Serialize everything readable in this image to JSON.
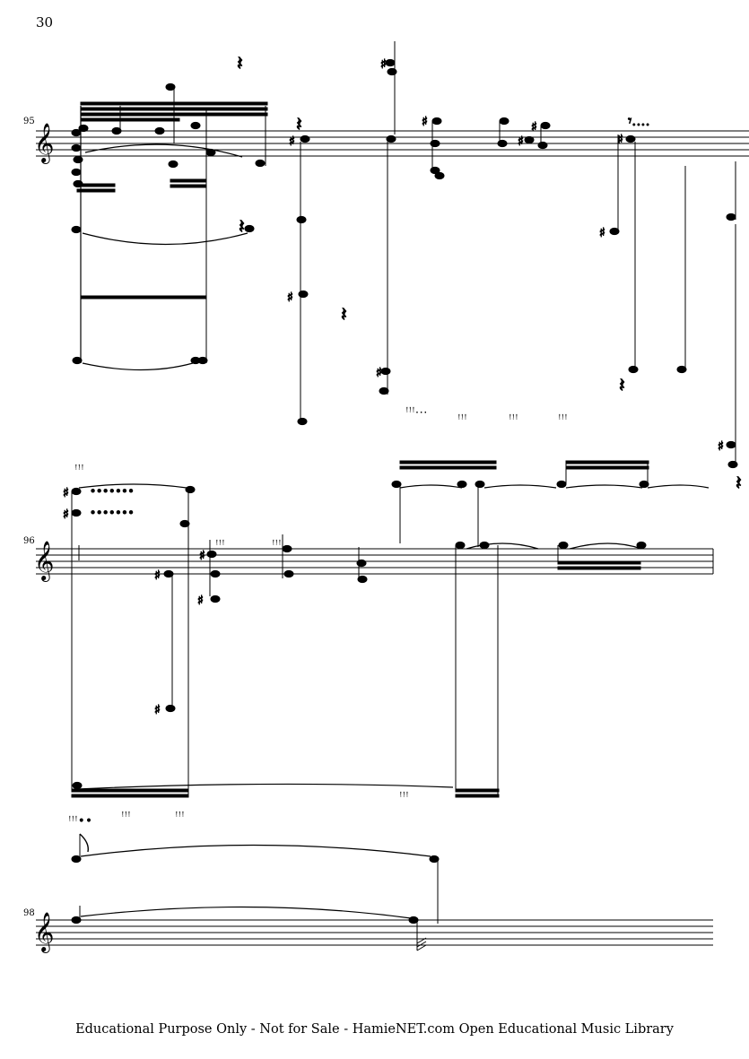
{
  "page": {
    "page_number": "30",
    "footer": "Educational Purpose Only - Not for Sale - HamieNET.com Open Educational Music Library"
  },
  "systems": [
    {
      "measure_number": "95",
      "clef": "treble"
    },
    {
      "measure_number": "96",
      "clef": "treble"
    },
    {
      "measure_number": "98",
      "clef": "treble"
    }
  ],
  "colors": {
    "ink": "#000000",
    "paper": "#ffffff"
  }
}
